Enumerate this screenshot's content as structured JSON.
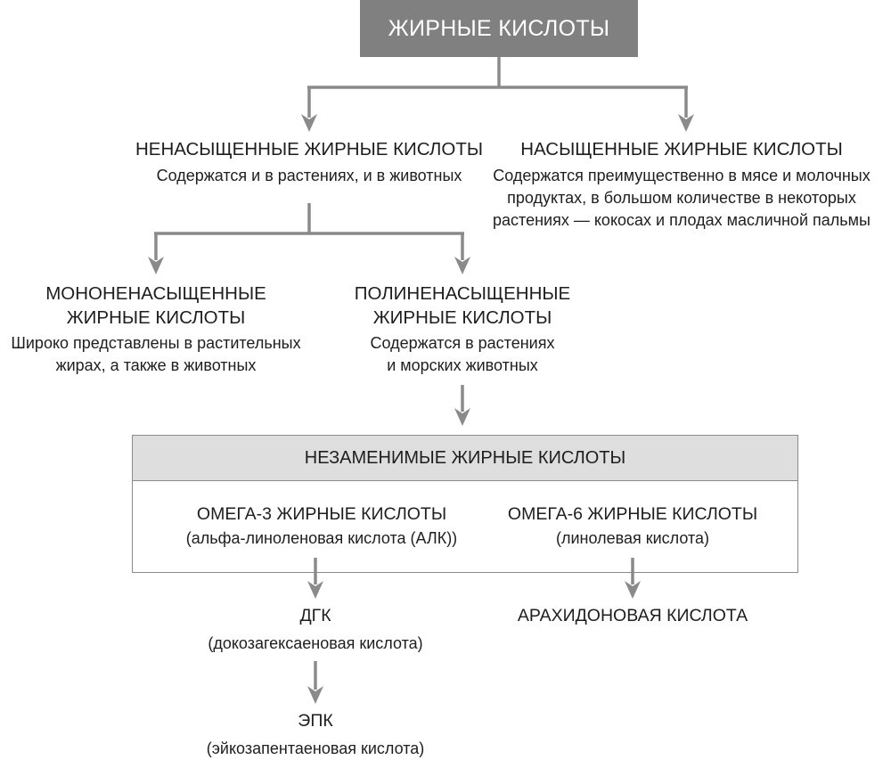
{
  "root": {
    "label": "ЖИРНЫЕ КИСЛОТЫ"
  },
  "unsaturated": {
    "title": "НЕНАСЫЩЕННЫЕ ЖИРНЫЕ КИСЛОТЫ",
    "desc": "Содержатся и в растениях, и в животных"
  },
  "saturated": {
    "title": "НАСЫЩЕННЫЕ ЖИРНЫЕ КИСЛОТЫ",
    "desc": "Содержатся преимущественно в мясе и молочных\nпродуктах, в большом количестве в некоторых\nрастениях — кокосах и плодах масличной пальмы"
  },
  "monounsaturated": {
    "title": "МОНОНЕНАСЫЩЕННЫЕ\nЖИРНЫЕ КИСЛОТЫ",
    "desc": "Широко представлены в растительных\nжирах, а также в животных"
  },
  "polyunsaturated": {
    "title": "ПОЛИНЕНАСЫЩЕННЫЕ\nЖИРНЫЕ КИСЛОТЫ",
    "desc": "Содержатся в растениях\nи морских животных"
  },
  "essential": {
    "label": "НЕЗАМЕНИМЫЕ ЖИРНЫЕ КИСЛОТЫ",
    "omega3": {
      "title": "ОМЕГА-3 ЖИРНЫЕ КИСЛОТЫ",
      "desc": "(альфа-линоленовая кислота (АЛК))"
    },
    "omega6": {
      "title": "ОМЕГА-6 ЖИРНЫЕ КИСЛОТЫ",
      "desc": "(линолевая кислота)"
    }
  },
  "dhg": {
    "title": "ДГК",
    "desc": "(докозагексаеновая кислота)"
  },
  "epk": {
    "title": "ЭПК",
    "desc": "(эйкозапентаеновая кислота)"
  },
  "arachidonic": {
    "title": "АРАХИДОНОВАЯ КИСЛОТА"
  },
  "colors": {
    "connector": "#8a8a8a",
    "root_fill": "#808080",
    "header_fill": "#dedede"
  }
}
